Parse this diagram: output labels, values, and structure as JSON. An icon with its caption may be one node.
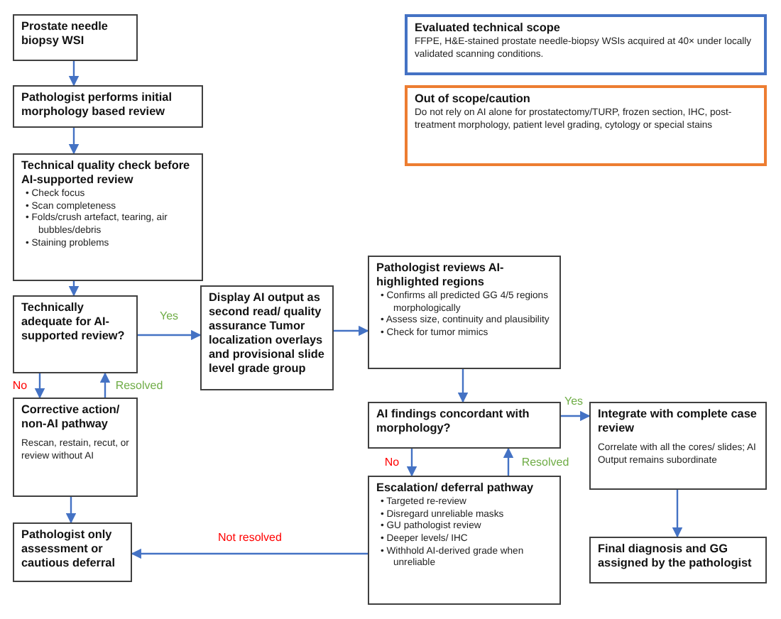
{
  "diagram": {
    "nodes": [
      {
        "text": [
          "Prostate needle biopsy WSI"
        ]
      },
      {
        "text": [
          "Pathologist performs initial morphology based review"
        ]
      },
      {
        "text": [
          "Technical quality check before AI-supported review",
          "• Check focus",
          "• Scan completeness",
          "• Folds/crush artefact, tearing, air bubbles/debris",
          "• Staining problems"
        ]
      },
      {
        "text": [
          "Technically adequate for AI-supported review?"
        ]
      },
      {
        "text": [
          "Display AI output as second read/ quality assurance Tumor localization overlays and provisional slide level grade group"
        ]
      },
      {
        "text": [
          "Corrective action/ non-AI pathway",
          "Rescan, restain, recut, or review without AI"
        ]
      },
      {
        "text": [
          "Pathologist only assessment or cautious deferral"
        ]
      },
      {
        "text": [
          "Evaluated technical scope",
          "FFPE, H&E-stained prostate needle-biopsy WSIs acquired at 40× under locally validated scanning conditions."
        ]
      },
      {
        "text": [
          "Out of scope/caution",
          "Do not rely on AI alone for prostatectomy/TURP, frozen section, IHC, post-treatment morphology, patient level grading, cytology or special stains"
        ]
      },
      {
        "text": [
          "Pathologist reviews AI-highlighted regions",
          "• Confirms all predicted GG 4/5 regions morphologically",
          "• Assess size, continuity and plausibility",
          "• Check for tumor mimics"
        ]
      },
      {
        "text": [
          "AI findings concordant with morphology?"
        ]
      },
      {
        "text": [
          "Escalation/ deferral pathway",
          "• Targeted re-review",
          "• Disregard unreliable masks",
          "• GU pathologist review",
          "• Deeper levels/ IHC",
          "• Withhold AI-derived grade when unreliable"
        ]
      },
      {
        "text": [
          "Integrate with complete case review",
          "Correlate with all the cores/ slides; AI Output remains subordinate"
        ]
      },
      {
        "text": [
          "Final diagnosis and GG assigned by the pathologist"
        ]
      }
    ],
    "edges": [
      {
        "from": 0,
        "to": 1,
        "arrow": "to"
      },
      {
        "from": 1,
        "to": 2,
        "arrow": "to"
      },
      {
        "from": 2,
        "to": 3,
        "arrow": "to"
      },
      {
        "from": 3,
        "to": 4,
        "arrow": "to",
        "label": "Yes"
      },
      {
        "from": 3,
        "to": 5,
        "arrow": "to",
        "label": "No"
      },
      {
        "from": 5,
        "to": 3,
        "arrow": "to",
        "label": "Resolved"
      },
      {
        "from": 5,
        "to": 6,
        "arrow": "to"
      },
      {
        "from": 4,
        "to": 9,
        "arrow": "to"
      },
      {
        "from": 9,
        "to": 10,
        "arrow": "to"
      },
      {
        "from": 10,
        "to": 12,
        "arrow": "to",
        "label": "Yes"
      },
      {
        "from": 10,
        "to": 11,
        "arrow": "to",
        "label": "No"
      },
      {
        "from": 11,
        "to": 10,
        "arrow": "to",
        "label": "Resolved"
      },
      {
        "from": 12,
        "to": 13,
        "arrow": "to"
      },
      {
        "from": 11,
        "to": 6,
        "arrow": "to",
        "label": "Not resolved"
      }
    ]
  }
}
